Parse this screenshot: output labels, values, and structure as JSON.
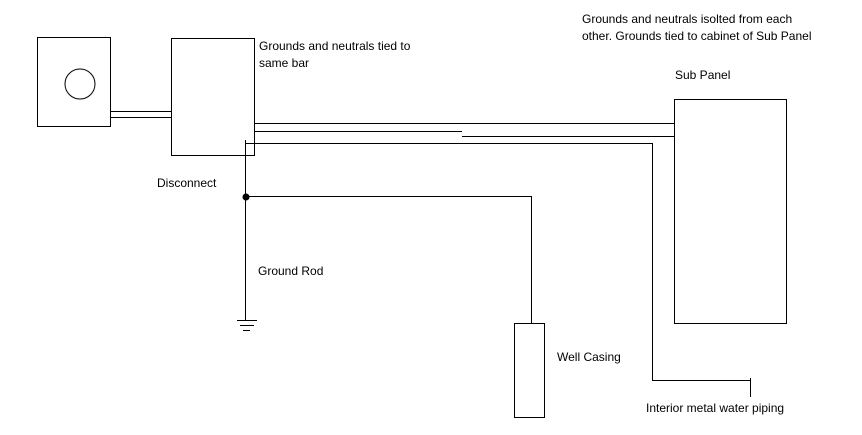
{
  "labels": {
    "disconnect_note_line1": "Grounds and neutrals tied to",
    "disconnect_note_line2": "same bar",
    "subpanel_note_line1": "Grounds and neutrals isolted from each",
    "subpanel_note_line2": "other. Grounds tied to cabinet of Sub Panel",
    "sub_panel": "Sub Panel",
    "disconnect": "Disconnect",
    "ground_rod": "Ground Rod",
    "well_casing": "Well Casing",
    "water_piping": "Interior metal water piping"
  },
  "colors": {
    "line": "#000000",
    "background": "#ffffff"
  }
}
